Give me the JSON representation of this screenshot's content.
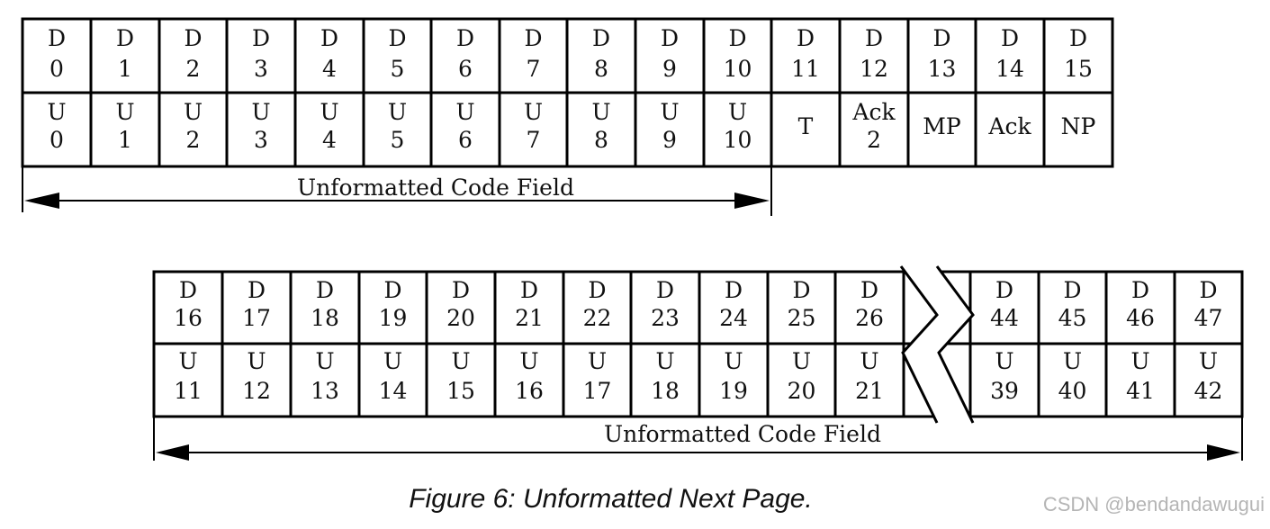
{
  "top": {
    "cells": [
      {
        "top": "D",
        "bottom": "0"
      },
      {
        "top": "D",
        "bottom": "1"
      },
      {
        "top": "D",
        "bottom": "2"
      },
      {
        "top": "D",
        "bottom": "3"
      },
      {
        "top": "D",
        "bottom": "4"
      },
      {
        "top": "D",
        "bottom": "5"
      },
      {
        "top": "D",
        "bottom": "6"
      },
      {
        "top": "D",
        "bottom": "7"
      },
      {
        "top": "D",
        "bottom": "8"
      },
      {
        "top": "D",
        "bottom": "9"
      },
      {
        "top": "D",
        "bottom": "10"
      },
      {
        "top": "D",
        "bottom": "11"
      },
      {
        "top": "D",
        "bottom": "12"
      },
      {
        "top": "D",
        "bottom": "13"
      },
      {
        "top": "D",
        "bottom": "14"
      },
      {
        "top": "D",
        "bottom": "15"
      }
    ],
    "row2": [
      {
        "top": "U",
        "bottom": "0"
      },
      {
        "top": "U",
        "bottom": "1"
      },
      {
        "top": "U",
        "bottom": "2"
      },
      {
        "top": "U",
        "bottom": "3"
      },
      {
        "top": "U",
        "bottom": "4"
      },
      {
        "top": "U",
        "bottom": "5"
      },
      {
        "top": "U",
        "bottom": "6"
      },
      {
        "top": "U",
        "bottom": "7"
      },
      {
        "top": "U",
        "bottom": "8"
      },
      {
        "top": "U",
        "bottom": "9"
      },
      {
        "top": "U",
        "bottom": "10"
      },
      {
        "single": "T"
      },
      {
        "top": "Ack",
        "bottom": "2"
      },
      {
        "single": "MP"
      },
      {
        "single": "Ack"
      },
      {
        "single": "NP"
      }
    ],
    "span_label": "Unformatted Code Field"
  },
  "bottom": {
    "row1_left": [
      {
        "top": "D",
        "bottom": "16"
      },
      {
        "top": "D",
        "bottom": "17"
      },
      {
        "top": "D",
        "bottom": "18"
      },
      {
        "top": "D",
        "bottom": "19"
      },
      {
        "top": "D",
        "bottom": "20"
      },
      {
        "top": "D",
        "bottom": "21"
      },
      {
        "top": "D",
        "bottom": "22"
      },
      {
        "top": "D",
        "bottom": "23"
      },
      {
        "top": "D",
        "bottom": "24"
      },
      {
        "top": "D",
        "bottom": "25"
      },
      {
        "top": "D",
        "bottom": "26"
      }
    ],
    "row1_right": [
      {
        "top": "D",
        "bottom": "44"
      },
      {
        "top": "D",
        "bottom": "45"
      },
      {
        "top": "D",
        "bottom": "46"
      },
      {
        "top": "D",
        "bottom": "47"
      }
    ],
    "row2_left": [
      {
        "top": "U",
        "bottom": "11"
      },
      {
        "top": "U",
        "bottom": "12"
      },
      {
        "top": "U",
        "bottom": "13"
      },
      {
        "top": "U",
        "bottom": "14"
      },
      {
        "top": "U",
        "bottom": "15"
      },
      {
        "top": "U",
        "bottom": "16"
      },
      {
        "top": "U",
        "bottom": "17"
      },
      {
        "top": "U",
        "bottom": "18"
      },
      {
        "top": "U",
        "bottom": "19"
      },
      {
        "top": "U",
        "bottom": "20"
      },
      {
        "top": "U",
        "bottom": "21"
      }
    ],
    "row2_right": [
      {
        "top": "U",
        "bottom": "39"
      },
      {
        "top": "U",
        "bottom": "40"
      },
      {
        "top": "U",
        "bottom": "41"
      },
      {
        "top": "U",
        "bottom": "42"
      }
    ],
    "span_label": "Unformatted Code Field"
  },
  "caption": "Figure 6: Unformatted Next Page.",
  "watermark": "CSDN @bendandawugui"
}
